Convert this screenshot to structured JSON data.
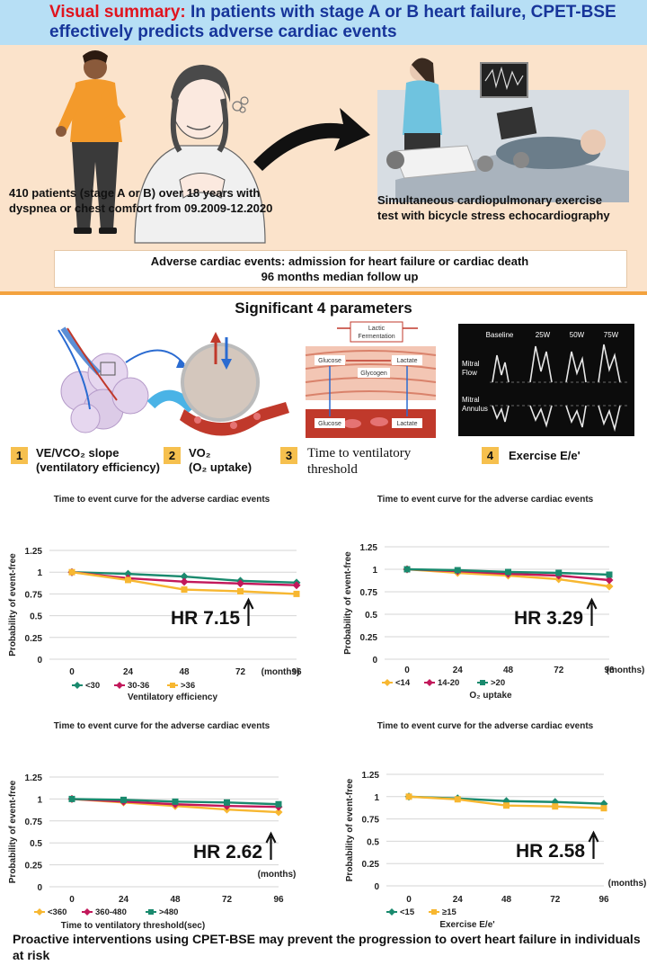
{
  "header": {
    "title_red": "Visual summary:",
    "title_blue": "In patients with stage A or B heart failure, CPET-BSE effectively predicts adverse cardiac events"
  },
  "summary": {
    "patients_caption_a": "410 patients (stage A or B) over 18 years with",
    "patients_caption_b": "dyspnea or chest comfort from 09.2009-12.2020",
    "test_caption_a": "Simultaneous cardiopulmonary exercise",
    "test_caption_b": "test with bicycle stress echocardiography",
    "events_line1": "Adverse cardiac events: admission for heart failure or cardiac death",
    "events_line2": "96 months median follow up"
  },
  "parameters": {
    "title": "Significant 4 parameters",
    "items": [
      {
        "num": "1",
        "line1": "VE/VCO₂ slope",
        "line2": "(ventilatory efficiency)"
      },
      {
        "num": "2",
        "line1": "VO₂",
        "line2": "(O₂ uptake)"
      },
      {
        "num": "3",
        "line1": "Time to ventilatory",
        "line2": "threshold"
      },
      {
        "num": "4",
        "line1": "Exercise E/e'",
        "line2": ""
      }
    ],
    "labels": {
      "lactic": "Lactic",
      "fermentation": "Fermentation",
      "glucose": "Glucose",
      "lactate": "Lactate",
      "glycogen": "Glycogen",
      "baseline": "Baseline",
      "w25": "25W",
      "w50": "50W",
      "w75": "75W",
      "mitral": "Mitral",
      "flow": "Flow",
      "annulus": "Annulus"
    }
  },
  "chart_data": [
    {
      "type": "line",
      "title": "Time to event curve for the adverse cardiac events",
      "ylabel": "Probability of event-free",
      "xlabel": "Ventilatory efficiency",
      "x_unit": "(months)",
      "x": [
        0,
        24,
        48,
        72,
        96
      ],
      "y_ticks": [
        "0",
        "0.25",
        "0.5",
        "0.75",
        "1",
        "1.25"
      ],
      "ylim": [
        0,
        1.25
      ],
      "hr_label": "HR 7.15",
      "series": [
        {
          "name": "<30",
          "color": "#1a8a6e",
          "marker": "diamond",
          "values": [
            1.0,
            0.98,
            0.95,
            0.9,
            0.88
          ]
        },
        {
          "name": "30-36",
          "color": "#c2185b",
          "marker": "diamond",
          "values": [
            1.0,
            0.93,
            0.89,
            0.87,
            0.85
          ]
        },
        {
          "name": ">36",
          "color": "#f7b731",
          "marker": "square",
          "values": [
            1.0,
            0.91,
            0.8,
            0.78,
            0.75
          ]
        }
      ]
    },
    {
      "type": "line",
      "title": "Time to event curve for the adverse cardiac events",
      "ylabel": "Probability of event-free",
      "xlabel": "O₂ uptake",
      "x_unit": "(months)",
      "x": [
        0,
        24,
        48,
        72,
        96
      ],
      "y_ticks": [
        "0",
        "0.25",
        "0.5",
        "0.75",
        "1",
        "1.25"
      ],
      "ylim": [
        0,
        1.25
      ],
      "hr_label": "HR 3.29",
      "series": [
        {
          "name": "<14",
          "color": "#f7b731",
          "marker": "diamond",
          "values": [
            1.0,
            0.96,
            0.93,
            0.89,
            0.81
          ]
        },
        {
          "name": "14-20",
          "color": "#c2185b",
          "marker": "diamond",
          "values": [
            1.0,
            0.98,
            0.95,
            0.93,
            0.88
          ]
        },
        {
          "name": ">20",
          "color": "#1a8a6e",
          "marker": "square",
          "values": [
            1.0,
            0.99,
            0.97,
            0.96,
            0.94
          ]
        }
      ]
    },
    {
      "type": "line",
      "title": "Time to event curve for the adverse cardiac events",
      "ylabel": "Probability of event-free",
      "xlabel": "Time to ventilatory threshold(sec)",
      "x_unit": "(months)",
      "x": [
        0,
        24,
        48,
        72,
        96
      ],
      "y_ticks": [
        "0",
        "0.25",
        "0.5",
        "0.75",
        "1",
        "1.25"
      ],
      "ylim": [
        0,
        1.25
      ],
      "hr_label": "HR 2.62",
      "series": [
        {
          "name": "<360",
          "color": "#f7b731",
          "marker": "diamond",
          "values": [
            1.0,
            0.96,
            0.92,
            0.88,
            0.85
          ]
        },
        {
          "name": "360-480",
          "color": "#c2185b",
          "marker": "diamond",
          "values": [
            1.0,
            0.97,
            0.94,
            0.92,
            0.91
          ]
        },
        {
          "name": ">480",
          "color": "#1a8a6e",
          "marker": "square",
          "values": [
            1.0,
            0.99,
            0.97,
            0.96,
            0.94
          ]
        }
      ]
    },
    {
      "type": "line",
      "title": "Time to event curve for the adverse cardiac events",
      "ylabel": "Probability of event-free",
      "xlabel": "Exercise E/e'",
      "x_unit": "(months)",
      "x": [
        0,
        24,
        48,
        72,
        96
      ],
      "y_ticks": [
        "0",
        "0.25",
        "0.5",
        "0.75",
        "1",
        "1.25"
      ],
      "ylim": [
        0,
        1.25
      ],
      "hr_label": "HR 2.58",
      "series": [
        {
          "name": "<15",
          "color": "#1a8a6e",
          "marker": "diamond",
          "values": [
            1.0,
            0.98,
            0.95,
            0.94,
            0.92
          ]
        },
        {
          "name": "≥15",
          "color": "#f7b731",
          "marker": "square",
          "values": [
            1.0,
            0.97,
            0.9,
            0.89,
            0.87
          ]
        }
      ]
    }
  ],
  "footer": {
    "text": "Proactive interventions using CPET-BSE may prevent the progression to overt heart failure in individuals at risk"
  }
}
